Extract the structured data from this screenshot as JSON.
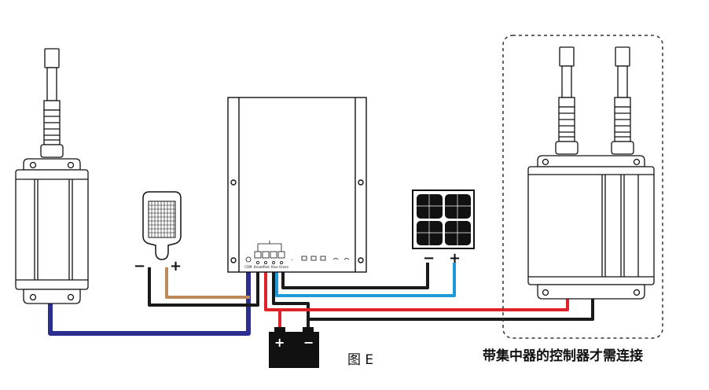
{
  "figure": {
    "caption": "图 E",
    "note": "带集中器的控制器才需连接"
  },
  "controller": {
    "port_labels": [
      "COM",
      "Brown",
      "Red",
      "Blue",
      "Green"
    ]
  },
  "lamp": {
    "minus": "−",
    "plus": "+"
  },
  "solar_panel": {
    "minus": "−",
    "plus": "+"
  },
  "battery": {
    "plus": "+",
    "minus": "−"
  },
  "colors": {
    "blue_wire": "#2b2f8f",
    "red_wire": "#e0232a",
    "black_wire": "#1a1a1a",
    "brown_wire": "#c0895a",
    "light_blue_wire": "#1f9ad6",
    "dashed_box": "#333333"
  }
}
